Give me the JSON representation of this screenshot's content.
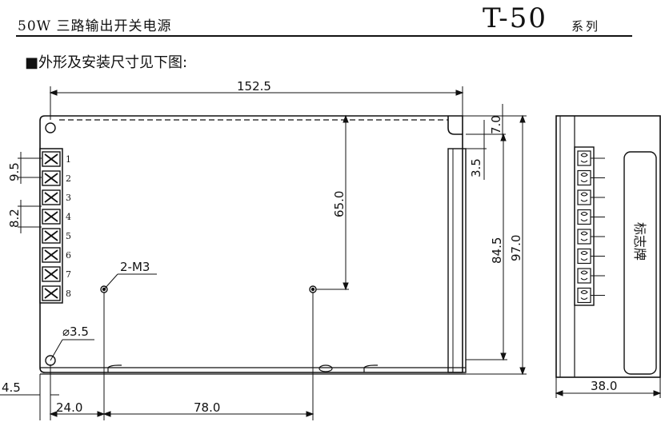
{
  "header": {
    "product_title": "50W 三路输出开关电源",
    "model": "T-50",
    "series": "系列"
  },
  "subtitle": "■外形及安装尺寸见下图:",
  "dimensions": {
    "length": "152.5",
    "top_slot_offset": "7.0",
    "slot_width": "3.5",
    "pitch_a": "9.5",
    "pitch_b": "8.2",
    "hole_vertical": "65.0",
    "hole_spacing_v": "84.5",
    "height": "97.0",
    "screw_note": "2-M3",
    "hole_diameter": "⌀3.5",
    "left_offset": "4.5",
    "hole_x1": "24.0",
    "hole_x2": "78.0",
    "depth": "38.0"
  },
  "terminal_numbers": [
    "1",
    "2",
    "3",
    "4",
    "5",
    "6",
    "7",
    "8"
  ],
  "nameplate_label": "标志牌"
}
